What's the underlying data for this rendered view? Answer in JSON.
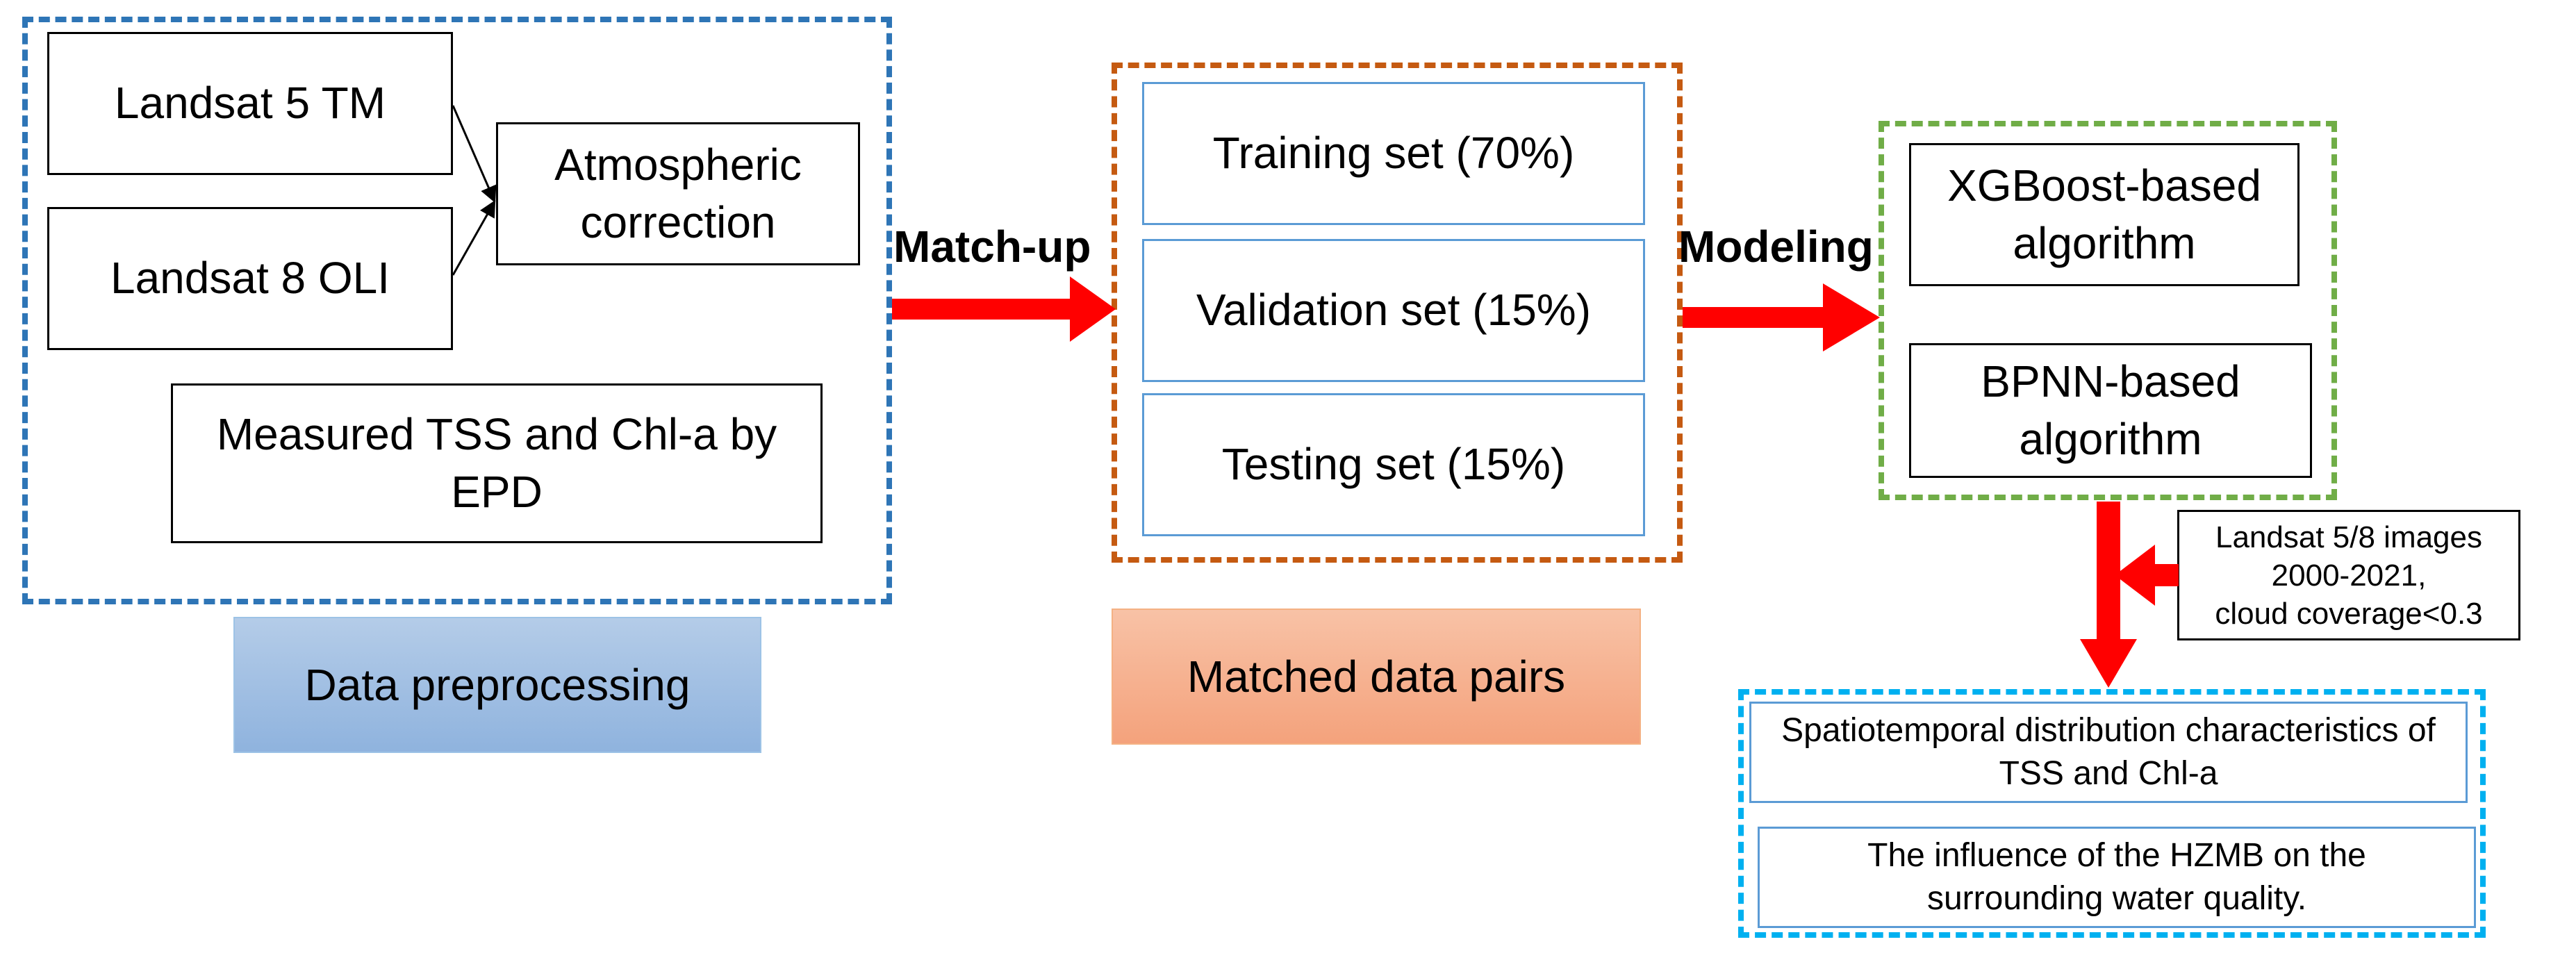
{
  "preprocessing": {
    "landsat5": "Landsat 5 TM",
    "landsat8": "Landsat 8 OLI",
    "atmospheric": "Atmospheric correction",
    "measured": "Measured TSS and Chl-a by EPD",
    "caption": "Data preprocessing"
  },
  "matchup_label": "Match-up",
  "matched": {
    "training": "Training set (70%)",
    "validation": "Validation set (15%)",
    "testing": "Testing set (15%)",
    "caption": "Matched data pairs"
  },
  "modeling_label": "Modeling",
  "models": {
    "xgboost": "XGBoost-based algorithm",
    "bpnn": "BPNN-based algorithm"
  },
  "landsat_input": {
    "line1": "Landsat 5/8 images",
    "line2": "2000-2021,",
    "line3": "cloud coverage<0.3"
  },
  "outputs": {
    "spatiotemporal": "Spatiotemporal distribution characteristics of TSS and Chl-a",
    "influence": "The influence of the HZMB on the surrounding water quality."
  },
  "colors": {
    "blue_dash": "#2e75b6",
    "orange_dash": "#c55a11",
    "green_dash": "#70ad47",
    "cyan_dash": "#00b0f0",
    "arrow": "#ff0000"
  }
}
